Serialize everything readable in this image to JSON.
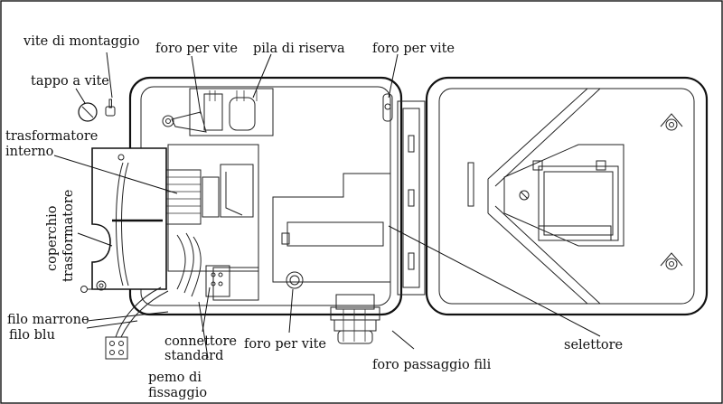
{
  "labels": {
    "vite_montaggio": "vite di montaggio",
    "tappo_vite": "tappo a vite",
    "trasformatore_1": "trasformatore",
    "trasformatore_2": "interno",
    "coperchio_1": "coperchio",
    "coperchio_2": "trasformatore",
    "foro_vite_top_left": "foro per vite",
    "pila_riserva": "pila di riserva",
    "foro_vite_top_right": "foro per vite",
    "filo_marrone": "filo marrone",
    "filo_blu": "filo blu",
    "connettore_1": "connettore",
    "connettore_2": "standard",
    "foro_vite_bottom": "foro per vite",
    "pemo_1": "pemo di",
    "pemo_2": "fissaggio",
    "selettore": "selettore",
    "foro_passaggio": "foro passaggio fili"
  },
  "icons": {
    "screw_cap": "screw-cap-icon",
    "mounting_screw": "mounting-screw-icon",
    "terminal_block": "terminal-block-icon"
  },
  "colors": {
    "line": "#111111",
    "background": "#ffffff"
  }
}
